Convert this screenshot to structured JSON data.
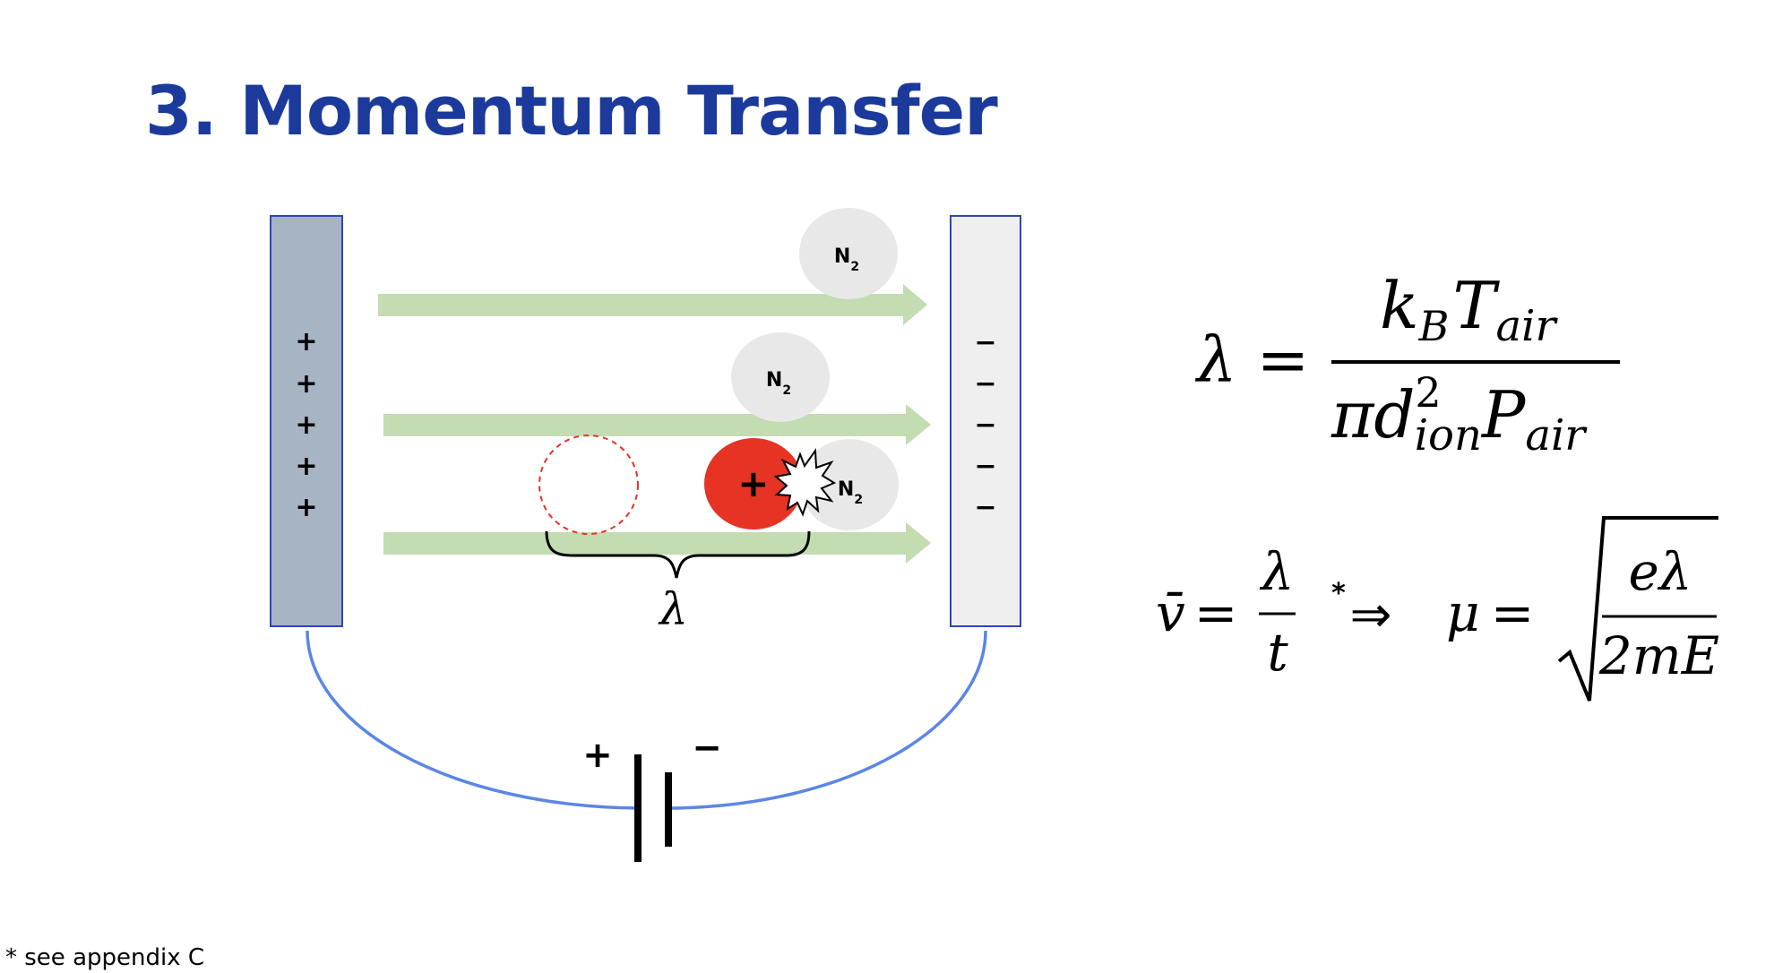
{
  "slide": {
    "title": "3. Momentum Transfer",
    "footnote": "* see appendix C"
  },
  "diagram": {
    "molecule_label": "N",
    "molecule_subscript": "2",
    "ion_charge": "+",
    "positive_sign": "+",
    "negative_sign": "−",
    "mean_free_path_symbol": "λ",
    "battery_positive": "+",
    "battery_negative": "−"
  },
  "equations": {
    "lambda_eq": {
      "lhs": "λ =",
      "num_k": "k",
      "num_k_sub": "B",
      "num_T": "T",
      "num_T_sub": "air",
      "den_pi_d": "πd",
      "den_d_sup": "2",
      "den_d_sub": "ion",
      "den_P": "P",
      "den_P_sub": "air"
    },
    "velocity_eq": {
      "v_bar": "v̄",
      "equals": "=",
      "num": "λ",
      "den": "t",
      "asterisk": "*",
      "implies": "⇒"
    },
    "mobility_eq": {
      "mu": "μ",
      "equals": "=",
      "num": "eλ",
      "den": "2mE"
    }
  },
  "colors": {
    "title": "#1b3a9c",
    "positive_plate": "#a6b4c4",
    "negative_plate": "#efefef",
    "plate_border": "#2e46b8",
    "field_arrow": "#c3dcb2",
    "molecule": "#e8e8e8",
    "ion": "#e63323",
    "wire": "#5b86e5"
  }
}
